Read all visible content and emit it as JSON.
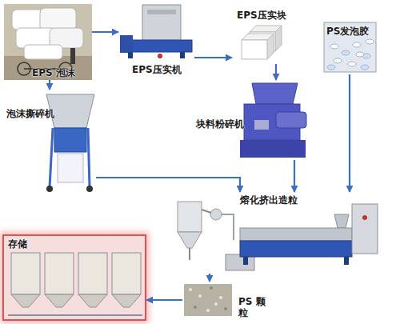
{
  "diagram": {
    "nodes": [
      {
        "text": [
          "EPS 泡沫"
        ]
      },
      {
        "text": [
          "EPS压实机"
        ]
      },
      {
        "text": [
          "EPS压实块"
        ]
      },
      {
        "text": [
          "PS发泡胶"
        ]
      },
      {
        "text": [
          "泡沫撕碎机"
        ]
      },
      {
        "text": [
          "块料粉碎机"
        ]
      },
      {
        "text": [
          "熔化挤出造粒"
        ]
      },
      {
        "text": [
          "PS 颗粒"
        ]
      },
      {
        "text": [
          "存储"
        ]
      }
    ],
    "edges": [
      {
        "from": 0,
        "to": 1,
        "arrow": "to"
      },
      {
        "from": 1,
        "to": 2,
        "arrow": "to"
      },
      {
        "from": 0,
        "to": 4,
        "arrow": "to"
      },
      {
        "from": 2,
        "to": 5,
        "arrow": "to"
      },
      {
        "from": 4,
        "to": 6,
        "arrow": "to"
      },
      {
        "from": 5,
        "to": 6,
        "arrow": "to"
      },
      {
        "from": 3,
        "to": 6,
        "arrow": "to"
      },
      {
        "from": 6,
        "to": 7,
        "arrow": "to"
      },
      {
        "from": 7,
        "to": 8,
        "arrow": "to"
      }
    ]
  }
}
